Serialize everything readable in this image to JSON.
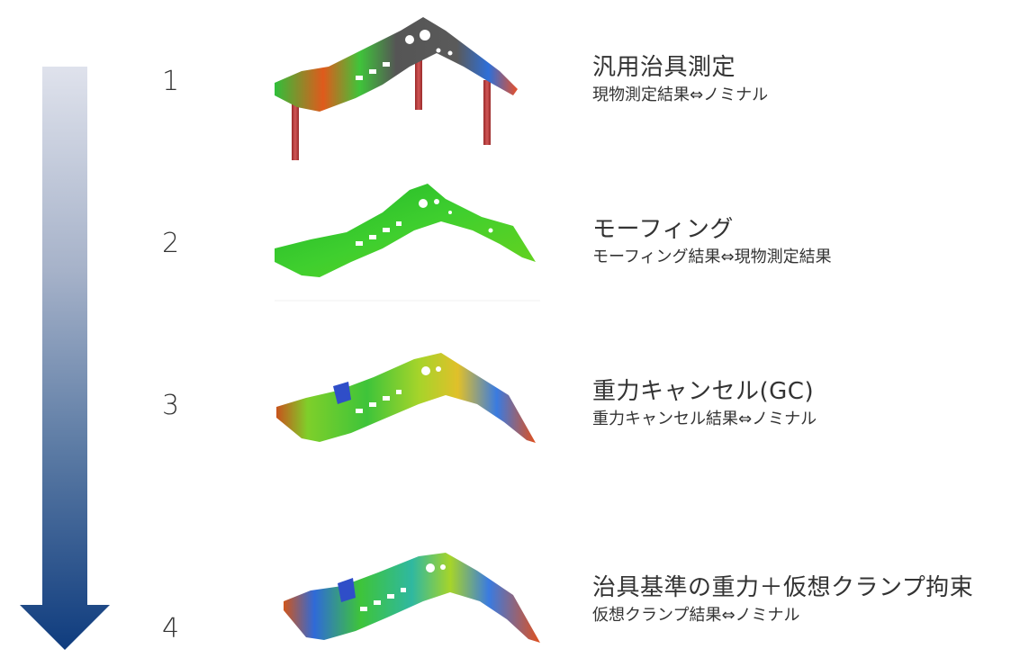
{
  "arrow": {
    "icon": "down-arrow-icon",
    "gradient_top": "#dfe2ec",
    "gradient_bottom": "#0f3c7e"
  },
  "steps": [
    {
      "number": "1",
      "title": "汎用治具測定",
      "subtitle": "現物測定結果⇔ノミナル",
      "image": "part-deviation-colormap-on-fixture"
    },
    {
      "number": "2",
      "title": "モーフィング",
      "subtitle": "モーフィング結果⇔現物測定結果",
      "image": "part-deviation-colormap-green"
    },
    {
      "number": "3",
      "title": "重力キャンセル(GC)",
      "subtitle": "重力キャンセル結果⇔ノミナル",
      "image": "part-deviation-colormap-gc"
    },
    {
      "number": "4",
      "title": "治具基準の重力＋仮想クランプ拘束",
      "subtitle": "仮想クランプ結果⇔ノミナル",
      "image": "part-deviation-colormap-virtual-clamp"
    }
  ]
}
